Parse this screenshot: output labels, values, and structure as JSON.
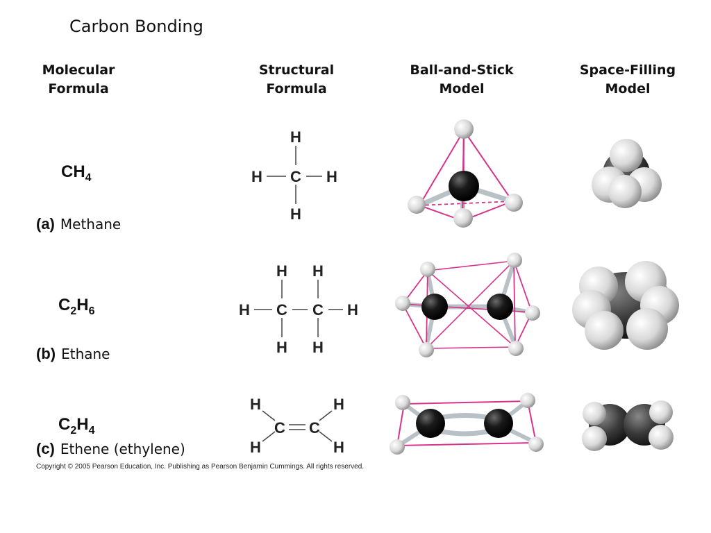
{
  "title": "Carbon Bonding",
  "headers": {
    "molecular": [
      "Molecular",
      "Formula"
    ],
    "structural": [
      "Structural",
      "Formula"
    ],
    "ball_stick": [
      "Ball-and-Stick",
      "Model"
    ],
    "space_filling": [
      "Space-Filling",
      "Model"
    ]
  },
  "rows": [
    {
      "letter": "(a)",
      "name": "Methane",
      "formula_main": "CH",
      "formula_sub": "4"
    },
    {
      "letter": "(b)",
      "name": "Ethane",
      "formula_a": "C",
      "formula_a_sub": "2",
      "formula_b": "H",
      "formula_b_sub": "6"
    },
    {
      "letter": "(c)",
      "name": "Ethene (ethylene)",
      "formula_a": "C",
      "formula_a_sub": "2",
      "formula_b": "H",
      "formula_b_sub": "4"
    }
  ],
  "atoms": {
    "H": "H",
    "C": "C"
  },
  "copyright": "Copyright © 2005 Pearson Education, Inc. Publishing as Pearson Benjamin Cummings. All rights reserved.",
  "colors": {
    "bond_frame": "#d6338a",
    "carbon": "#1a1a1a",
    "hydrogen": "#e6e6e6"
  }
}
